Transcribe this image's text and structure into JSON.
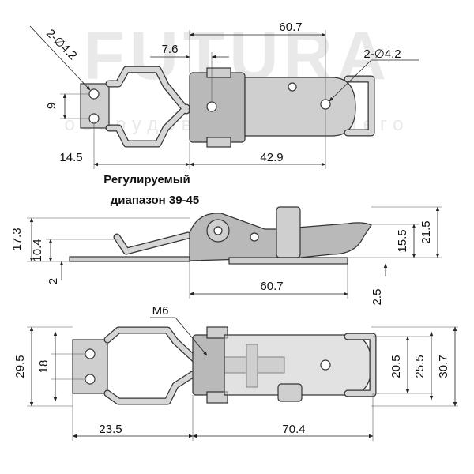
{
  "watermark": {
    "brand": "FUTURA",
    "tagline": "оборудования будущего"
  },
  "caption": {
    "line1": "Регулируемый",
    "line2": "диапазон 39-45"
  },
  "top_view": {
    "overall_length": "60.7",
    "hole_left": "2-∅4.2",
    "hole_right": "2-∅4.2",
    "offset": "7.6",
    "hole_spacing": "9",
    "left_length": "14.5",
    "right_length": "42.9"
  },
  "side_view": {
    "height_total_left": "17.3",
    "height_mid_left": "10.4",
    "plate_thickness": "2",
    "height_mid_right": "15.5",
    "height_total_right": "21.5",
    "length": "60.7",
    "plate_thickness_right": "2.5"
  },
  "bottom_view": {
    "thread": "M6",
    "plate_height": "29.5",
    "hole_spacing": "18",
    "left_length": "23.5",
    "right_length": "70.4",
    "width_inner": "20.5",
    "width_mid": "25.5",
    "width_outer": "30.7"
  }
}
